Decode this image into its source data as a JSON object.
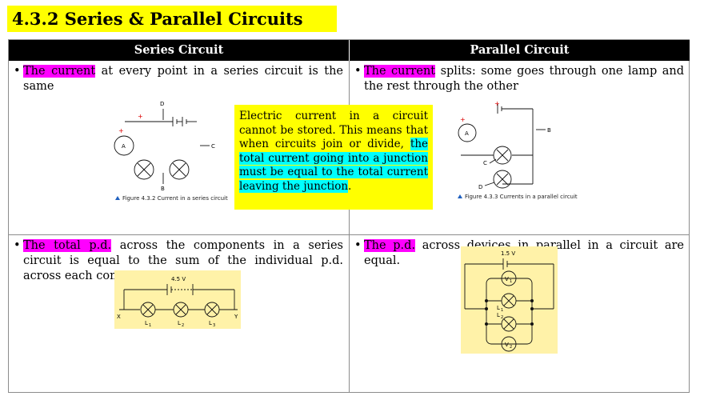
{
  "title": "4.3.2 Series & Parallel Circuits",
  "headers": {
    "series": "Series Circuit",
    "parallel": "Parallel Circuit"
  },
  "series_current": {
    "highlight": "The current",
    "rest": " at every point in a series circuit is the same"
  },
  "parallel_current": {
    "highlight": "The current",
    "rest": " splits: some goes through one lamp and the rest through the other"
  },
  "callout": {
    "plain": "Electric current in a circuit cannot be stored. This means that when circuits join or divide, ",
    "highlight": "the total current going into a junction must be equal to the total current leaving the junction",
    "end": "."
  },
  "series_pd": {
    "highlight": "The total p.d.",
    "rest": " across the components in a series circuit is equal to the sum of the individual p.d. across each component."
  },
  "parallel_pd": {
    "highlight": "The p.d.",
    "rest": " across devices in parallel in a circuit are equal."
  },
  "figures": {
    "series_current": {
      "caption": "Figure 4.3.2 Current in a series circuit",
      "labels": {
        "d": "D",
        "a": "A",
        "c": "C",
        "b": "B",
        "plus1": "+",
        "plus2": "+"
      }
    },
    "parallel_current": {
      "caption": "Figure 4.3.3 Currents in a parallel circuit",
      "labels": {
        "a": "A",
        "b": "B",
        "c": "C",
        "d": "D",
        "plus1": "+",
        "plus2": "+"
      }
    },
    "series_pd": {
      "voltage": "4.5 V",
      "labels": {
        "x": "X",
        "y": "Y",
        "l1": "L",
        "l2": "L",
        "l3": "L",
        "s1": "1",
        "s2": "2",
        "s3": "3"
      }
    },
    "parallel_pd": {
      "voltage": "1.5 V",
      "labels": {
        "v1": "V",
        "v2": "V",
        "s1": "1",
        "s2": "2",
        "l1": "L",
        "l2": "L",
        "ls1": "1",
        "ls2": "2"
      }
    }
  },
  "colors": {
    "title_bg": "#ffff00",
    "highlight_magenta": "#ff00ff",
    "highlight_cyan": "#00ffff",
    "header_bg": "#000000",
    "figure_panel": "#fff2a8"
  }
}
